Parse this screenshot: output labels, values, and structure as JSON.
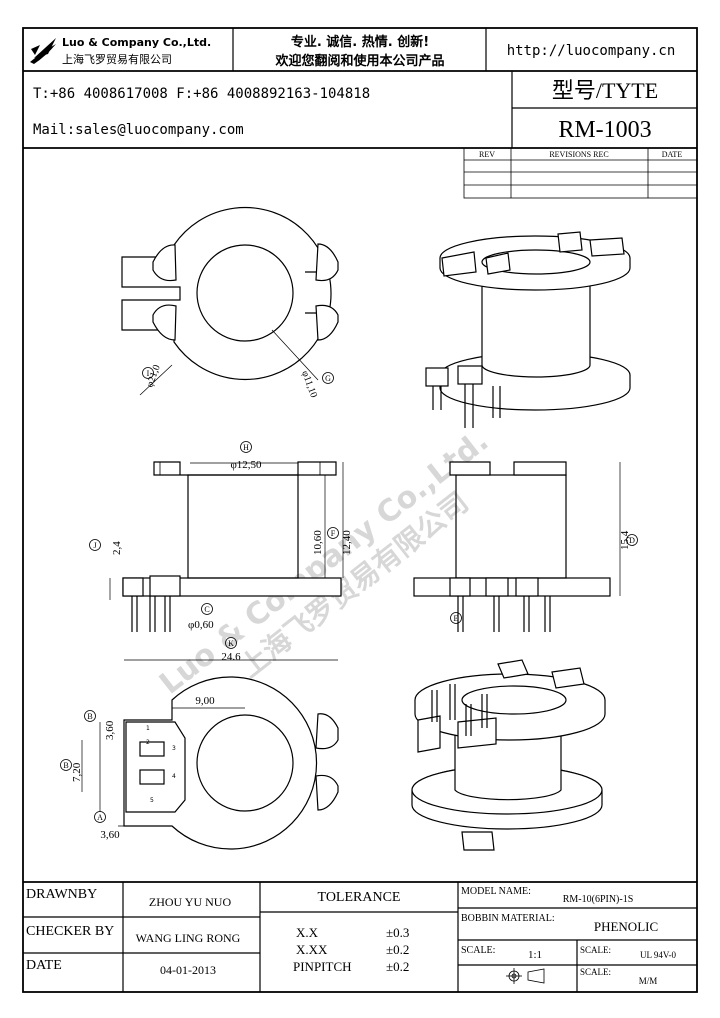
{
  "company": {
    "name_en": "Luo & Company Co.,Ltd.",
    "name_cn": "上海飞罗贸易有限公司",
    "slogan_1": "专业. 诚信.  热情.  创新!",
    "slogan_2": "欢迎您翻阅和使用本公司产品",
    "url": "http://luocompany.cn",
    "phone": "T:+86 4008617008 F:+86 4008892163-104818",
    "mail": "Mail:sales@luocompany.com"
  },
  "type_header": "型号/TYTE",
  "part_no": "RM-1003",
  "revisions": {
    "rev": "REV",
    "rec": "REVISIONS REC",
    "date": "DATE"
  },
  "dims": {
    "I": "I",
    "I_val": "φ21,0",
    "G": "G",
    "G_val": "φ11,10",
    "H": "H",
    "H_val": "φ12,50",
    "J": "J",
    "J_val": "2,4",
    "F": "F",
    "F_val1": "10,60",
    "F_val2": "12,40",
    "C": "C",
    "C_val": "φ0,60",
    "D": "D",
    "D_val": "15,4",
    "E": "E",
    "K": "K",
    "K_val": "24.6",
    "B2": "B",
    "B2_val": "3,60",
    "B": "B",
    "B_val": "7,20",
    "A": "A",
    "A_val": "3,60",
    "nine": "9,00"
  },
  "pins": [
    "1",
    "2",
    "3",
    "4",
    "5"
  ],
  "watermark": {
    "en": "Luo & Company Co.,Ltd.",
    "cn": "上海飞罗贸易有限公司"
  },
  "title_block": {
    "drawn_label": "DRAWNBY",
    "drawn_value": "ZHOU YU NUO",
    "checker_label": "CHECKER BY",
    "checker_value": "WANG  LING RONG",
    "date_label": "DATE",
    "date_value": "04-01-2013",
    "tolerance_label": "TOLERANCE",
    "tol_1": "X.X",
    "tol_1_val": "±0.3",
    "tol_2": "X.XX",
    "tol_2_val": "±0.2",
    "tol_3": "PINPITCH",
    "tol_3_val": "±0.2",
    "model_label": "MODEL NAME:",
    "model_value": "RM-10(6PIN)-1S",
    "bobbin_label": "BOBBIN MATERIAL:",
    "bobbin_value": "PHENOLIC",
    "scale_label": "SCALE:",
    "scale_value": "1:1",
    "scale2_label": "SCALE:",
    "scale2_value": "UL 94V-0",
    "scale3_label": "SCALE:",
    "scale3_value": "M/M"
  }
}
